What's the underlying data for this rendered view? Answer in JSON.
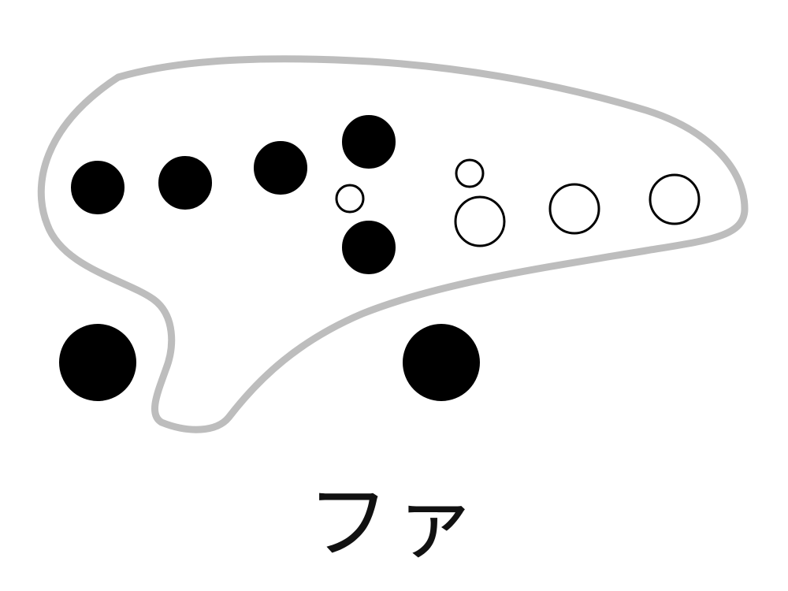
{
  "note": {
    "label": "ファ"
  },
  "fingering": {
    "closed_color": "#000000",
    "open_fill": "#ffffff",
    "body_outline_color": "#bdbdbd",
    "holes": [
      {
        "id": "left-hand-1",
        "state": "closed"
      },
      {
        "id": "left-hand-2",
        "state": "closed"
      },
      {
        "id": "left-hand-3",
        "state": "closed"
      },
      {
        "id": "left-hand-4",
        "state": "closed"
      },
      {
        "id": "left-sub-hole",
        "state": "open"
      },
      {
        "id": "right-hand-lower-1",
        "state": "closed"
      },
      {
        "id": "right-sub-hole",
        "state": "open"
      },
      {
        "id": "right-hand-1",
        "state": "open"
      },
      {
        "id": "right-hand-2",
        "state": "open"
      },
      {
        "id": "right-hand-3",
        "state": "open"
      },
      {
        "id": "left-thumb",
        "state": "closed"
      },
      {
        "id": "right-thumb",
        "state": "closed"
      }
    ]
  }
}
